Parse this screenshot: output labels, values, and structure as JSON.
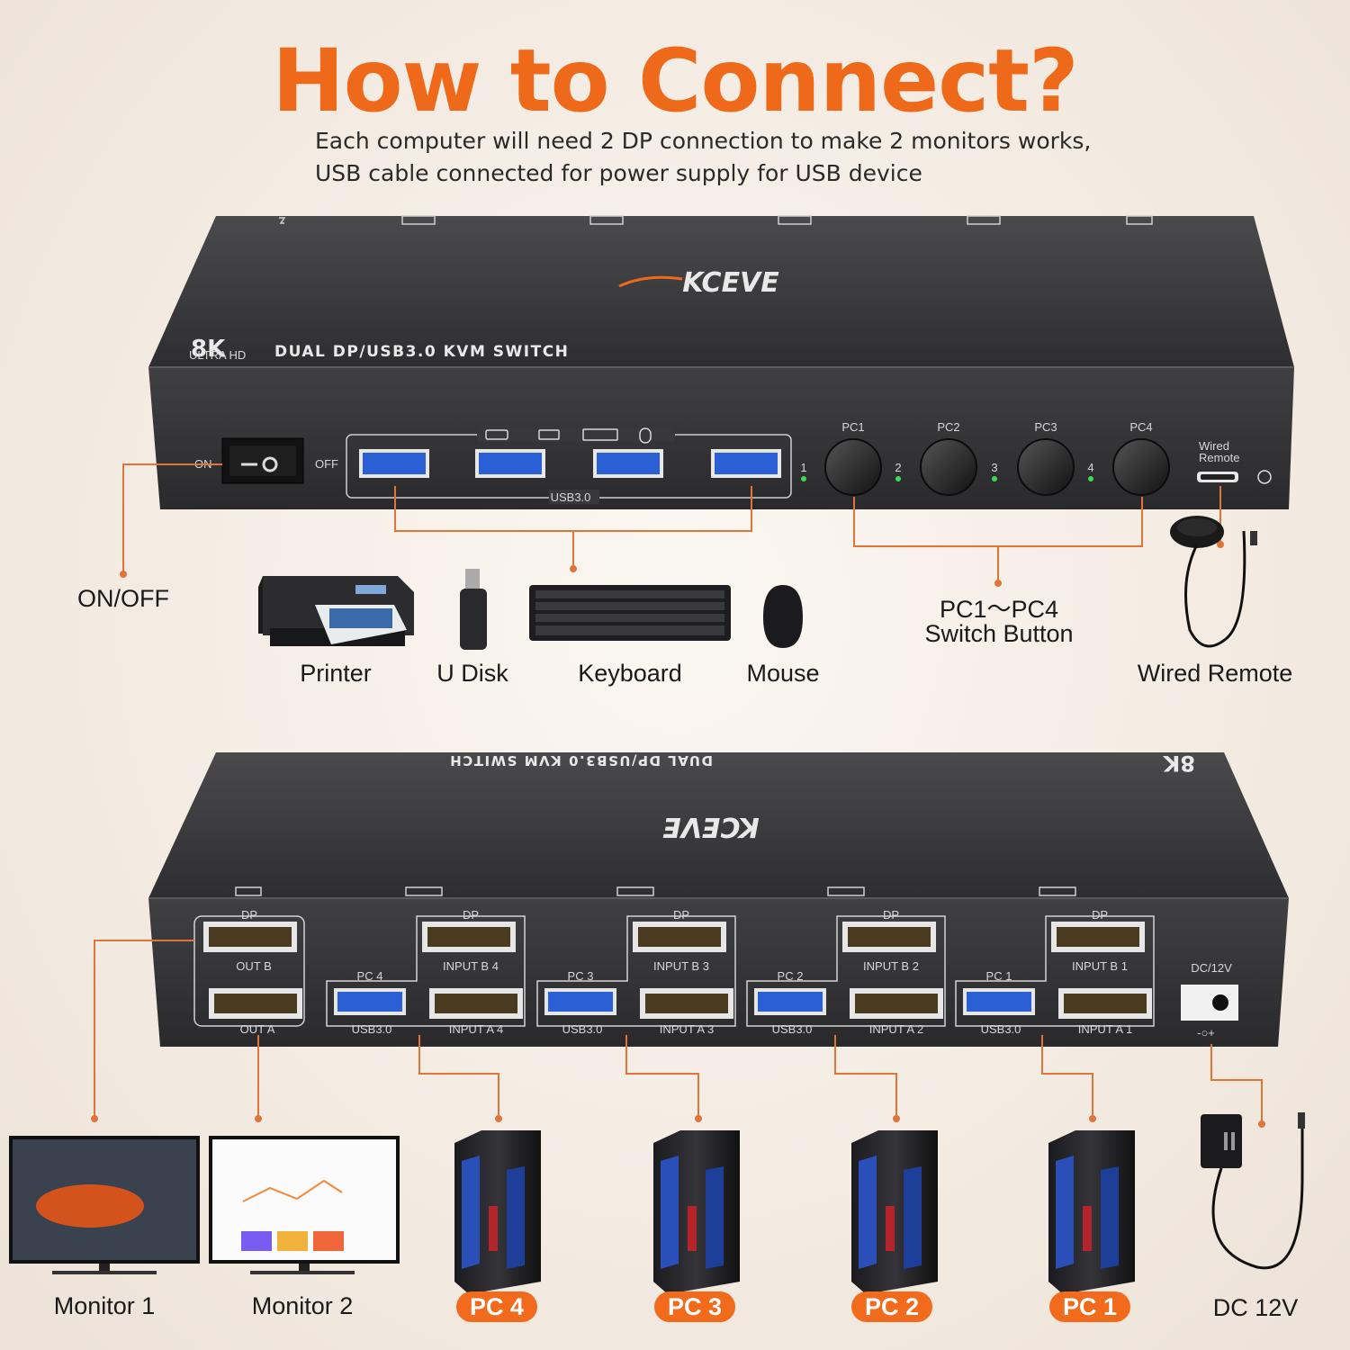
{
  "header": {
    "title": "How to Connect?",
    "subtitle_line1": "Each computer will need 2 DP connection to make 2 monitors works,",
    "subtitle_line2": "USB cable connected for power supply for USB device"
  },
  "front_panel": {
    "brand": "KCEVE",
    "badge": "8K",
    "badge_small": "ULTRA HD",
    "model": "DUAL DP/USB3.0 KVM SWITCH",
    "on_label": "ON",
    "off_label": "OFF",
    "usb_label": "USB3.0",
    "pc_buttons": [
      "PC1",
      "PC2",
      "PC3",
      "PC4"
    ],
    "led_numbers": [
      "1",
      "2",
      "3",
      "4"
    ],
    "wired_remote_label_1": "Wired",
    "wired_remote_label_2": "Remote"
  },
  "front_callouts": {
    "on_off": "ON/OFF",
    "devices": [
      "Printer",
      "U Disk",
      "Keyboard",
      "Mouse"
    ],
    "switch_line1": "PC1～PC4",
    "switch_line2": "Switch Button",
    "wired_remote": "Wired Remote"
  },
  "rear_panel": {
    "dp_label": "DP",
    "out_b": "OUT B",
    "out_a": "OUT A",
    "usb_label": "USB3.0",
    "dc_label": "DC/12V",
    "groups": [
      {
        "pc": "PC 4",
        "input_b": "INPUT B 4",
        "input_a": "INPUT A 4"
      },
      {
        "pc": "PC 3",
        "input_b": "INPUT B 3",
        "input_a": "INPUT A 3"
      },
      {
        "pc": "PC 2",
        "input_b": "INPUT B 2",
        "input_a": "INPUT A 2"
      },
      {
        "pc": "PC 1",
        "input_b": "INPUT B 1",
        "input_a": "INPUT A 1"
      }
    ],
    "top_model_mirrored": "DUAL DP/USB3.0 KVM SWITCH",
    "top_badge_mirrored": "8K",
    "brand_mirrored": "KCEVE"
  },
  "bottom_callouts": {
    "monitor1": "Monitor 1",
    "monitor2": "Monitor 2",
    "pcs": [
      "PC 4",
      "PC 3",
      "PC 2",
      "PC 1"
    ],
    "dc": "DC 12V"
  },
  "colors": {
    "accent": "#ee6a1a",
    "device_body": "#3a3a3c",
    "usb_blue": "#2a5fd6",
    "led_green": "#3ddc55"
  }
}
